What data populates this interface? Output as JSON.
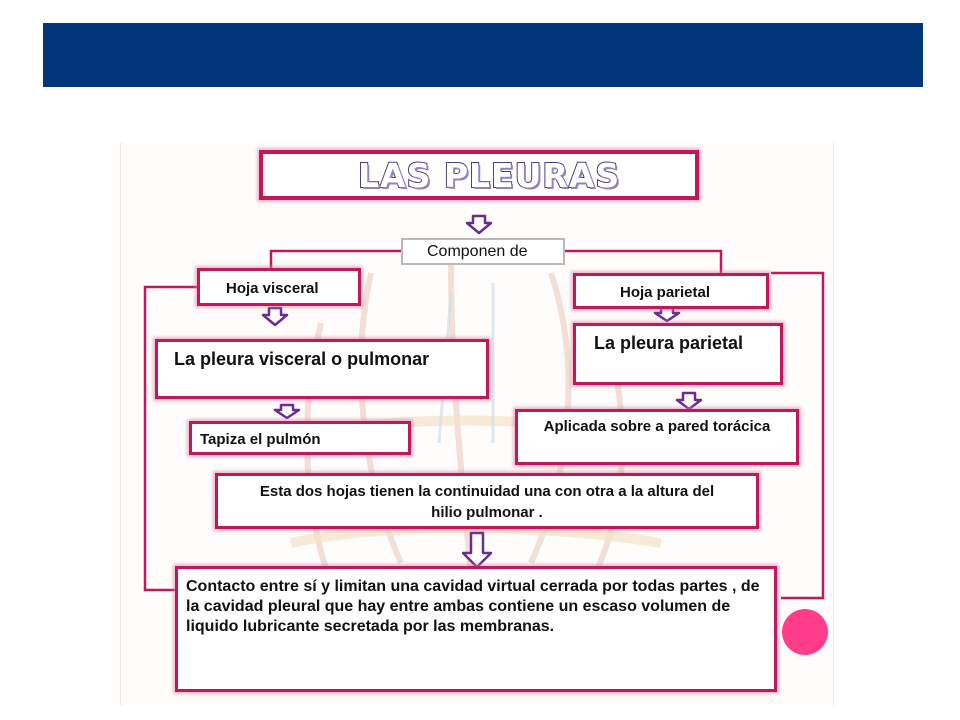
{
  "diagram": {
    "title": "LAS PLEURAS",
    "componen": "Componen de",
    "hoja_visceral": "Hoja visceral",
    "hoja_parietal": "Hoja parietal",
    "pleura_visceral": "La pleura visceral o pulmonar",
    "pleura_parietal": "La pleura parietal",
    "tapiza": "Tapiza el pulmón",
    "aplicada": "Aplicada sobre  a pared torácica",
    "continuidad": "Esta dos hojas tienen la continuidad una con otra a la altura del hilio pulmonar .",
    "contacto": "Contacto entre sí y limitan una cavidad virtual cerrada por todas partes , de la cavidad pleural que hay entre ambas contiene un escaso volumen de liquido lubricante secretada por las membranas."
  },
  "colors": {
    "banner": "#00357a",
    "box_border": "#c2185b",
    "arrow": "#6a2c91",
    "dot": "#ff3d8b"
  }
}
